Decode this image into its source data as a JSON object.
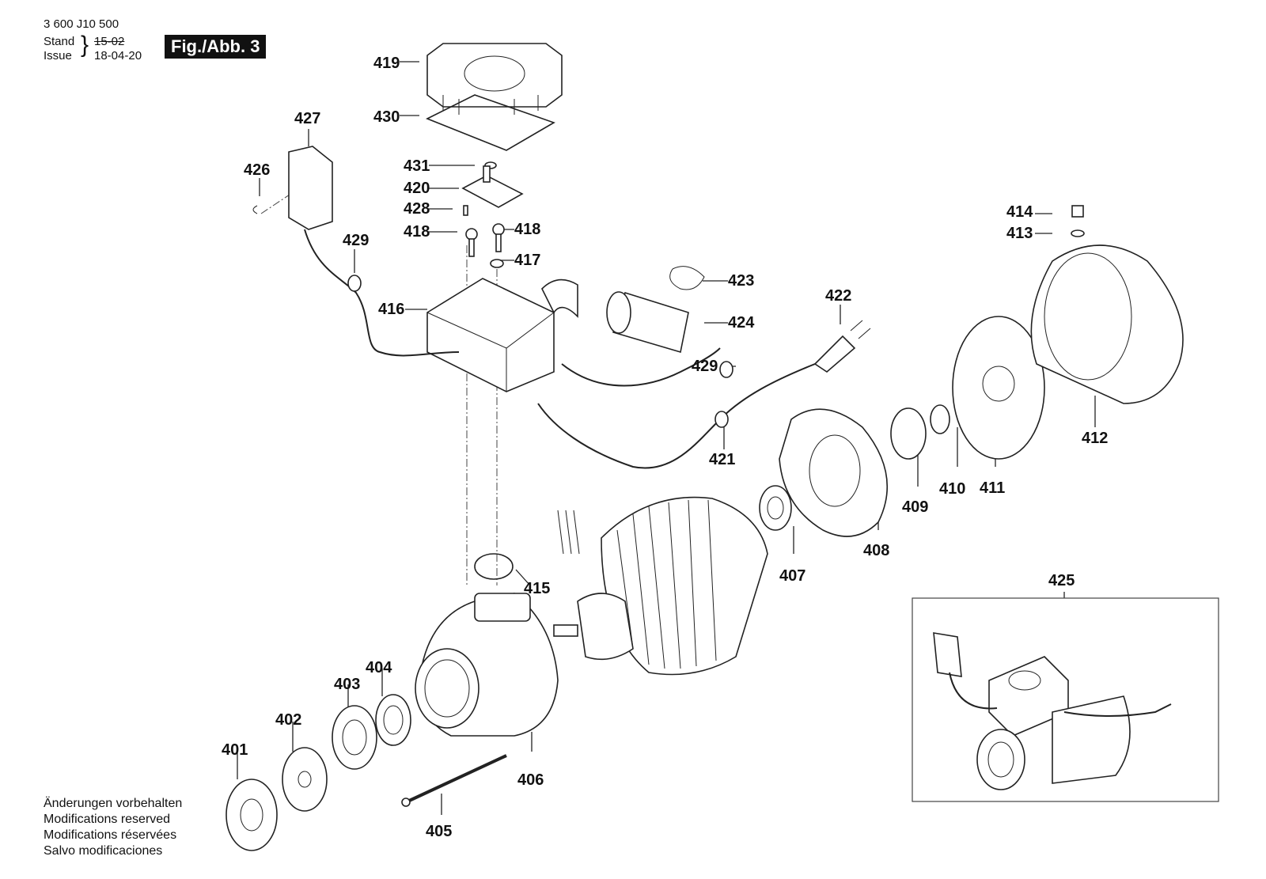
{
  "header": {
    "part_number": "3 600 J10 500",
    "stand_label": "Stand",
    "issue_label": "Issue",
    "old_date": "15-02",
    "issue_date": "18-04-20",
    "figure_label": "Fig./Abb. 3"
  },
  "footer_notes": [
    "Änderungen vorbehalten",
    "Modifications reserved",
    "Modifications réservées",
    "Salvo modificaciones"
  ],
  "parts": {
    "p401": "401",
    "p402": "402",
    "p403": "403",
    "p404": "404",
    "p405": "405",
    "p406": "406",
    "p407": "407",
    "p408": "408",
    "p409": "409",
    "p410": "410",
    "p411": "411",
    "p412": "412",
    "p413": "413",
    "p414": "414",
    "p415": "415",
    "p416": "416",
    "p417": "417",
    "p418a": "418",
    "p418b": "418",
    "p419": "419",
    "p420": "420",
    "p421": "421",
    "p422": "422",
    "p423": "423",
    "p424": "424",
    "p425": "425",
    "p426": "426",
    "p427": "427",
    "p428": "428",
    "p429a": "429",
    "p429b": "429",
    "p430": "430",
    "p431": "431"
  }
}
